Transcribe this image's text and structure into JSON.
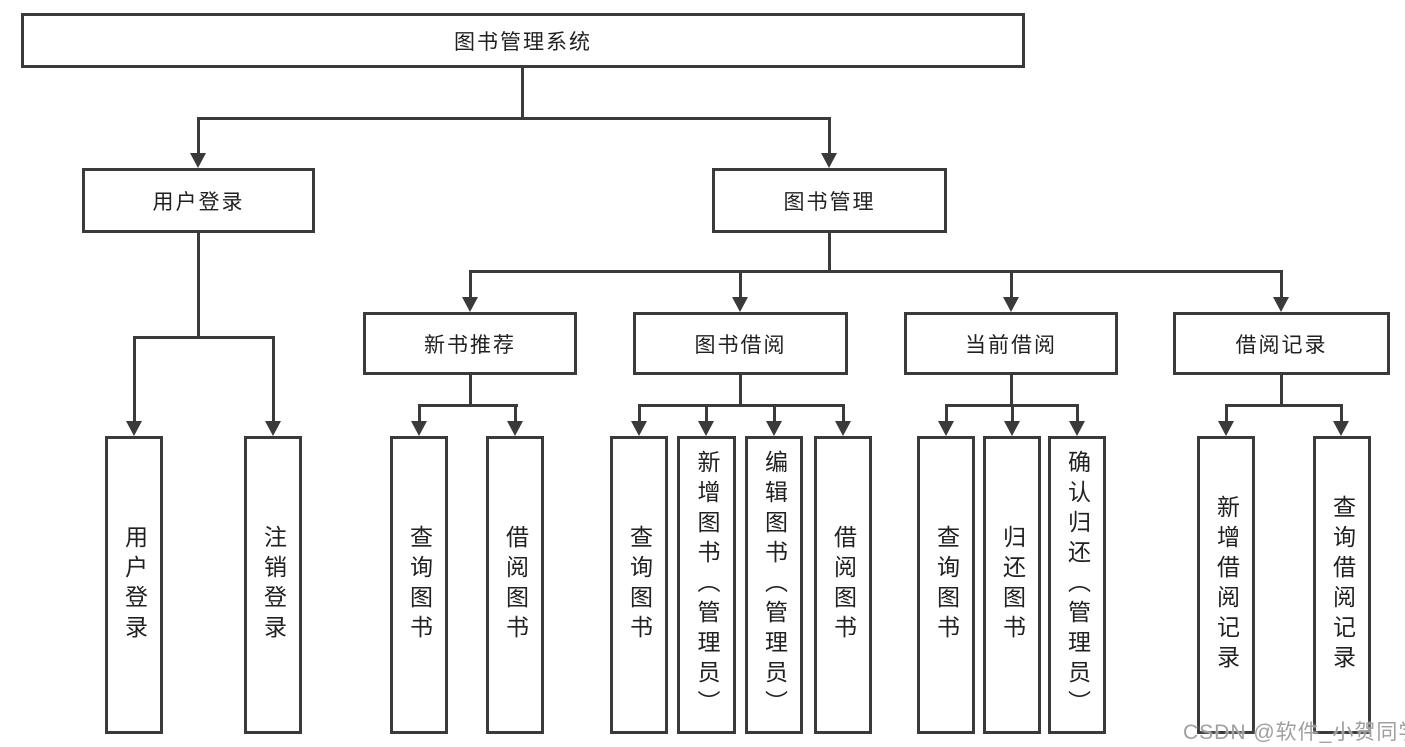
{
  "page": {
    "background_color": "#ffffff",
    "line_color": "#3a3a3a",
    "text_color": "#212121",
    "watermark_color": "#a0a0a0"
  },
  "tree": {
    "root": "图书管理系统",
    "login": {
      "label": "用户登录",
      "children": [
        "用户登录",
        "注销登录"
      ]
    },
    "mgmt": {
      "label": "图书管理",
      "children": [
        {
          "label": "新书推荐",
          "children": [
            "查询图书",
            "借阅图书"
          ]
        },
        {
          "label": "图书借阅",
          "children": [
            "查询图书",
            "新增图书（管理员）",
            "编辑图书（管理员）",
            "借阅图书"
          ]
        },
        {
          "label": "当前借阅",
          "children": [
            "查询图书",
            "归还图书",
            "确认归还（管理员）"
          ]
        },
        {
          "label": "借阅记录",
          "children": [
            "新增借阅记录",
            "查询借阅记录"
          ]
        }
      ]
    },
    "watermark": "CSDN @软件_小贺同学"
  }
}
